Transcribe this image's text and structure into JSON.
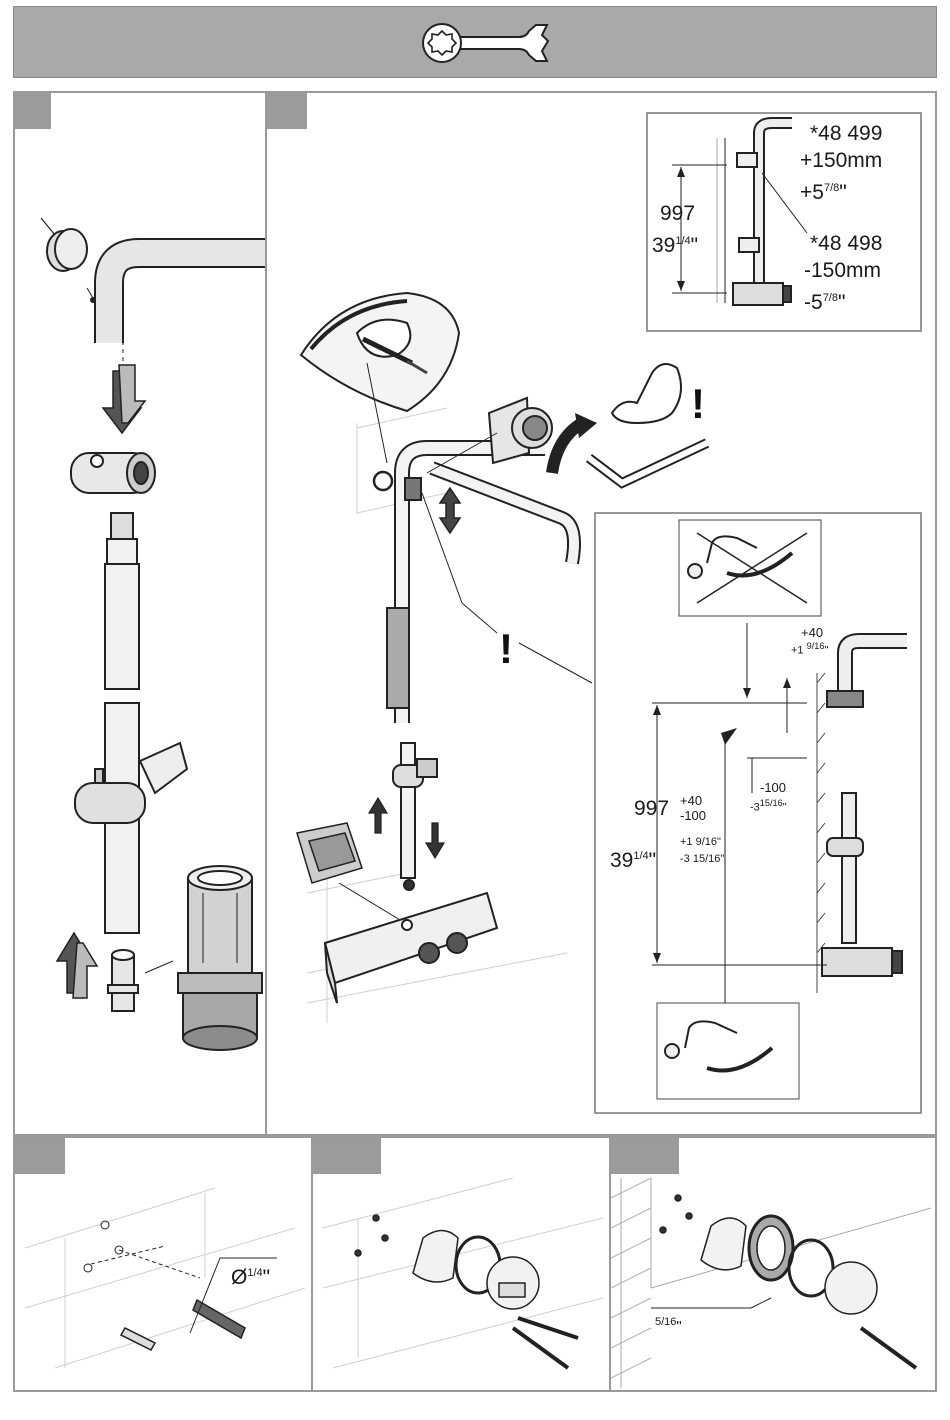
{
  "header": {
    "icon": "ring-spanner-icon"
  },
  "steps": [
    "",
    "",
    "",
    "",
    ""
  ],
  "variant_inset": {
    "ref_long": "*48 499",
    "ref_long_mm": "+150mm",
    "ref_long_in": "+5",
    "ref_long_in_frac": "7/8",
    "ref_long_in_unit": "\"",
    "ref_short": "*48 498",
    "ref_short_mm": "-150mm",
    "ref_short_in": "-5",
    "ref_short_in_frac": "7/8",
    "ref_short_in_unit": "\"",
    "height_mm": "997",
    "height_in": "39",
    "height_in_frac": "1/4",
    "height_in_unit": "\""
  },
  "adjust_inset": {
    "plus_mm": "+40",
    "plus_in": "+1",
    "plus_in_frac": "9/16",
    "plus_in_unit": "\"",
    "minus_mm": "-100",
    "minus_in": "-3",
    "minus_in_frac": "15/16",
    "minus_in_unit": "\"",
    "height_mm": "997",
    "height_mm_plus": "+40",
    "height_mm_minus": "-100",
    "height_in": "39",
    "height_in_frac": "1/4",
    "height_in_unit": "\"",
    "height_in_plus": "+1 9/16\"",
    "height_in_minus": "-3 15/16\""
  },
  "warning_mark": "!",
  "drill": {
    "symbol": "Ø",
    "size": "1/4",
    "unit": "\""
  },
  "clearance": {
    "size": "5/16",
    "unit": "\""
  }
}
